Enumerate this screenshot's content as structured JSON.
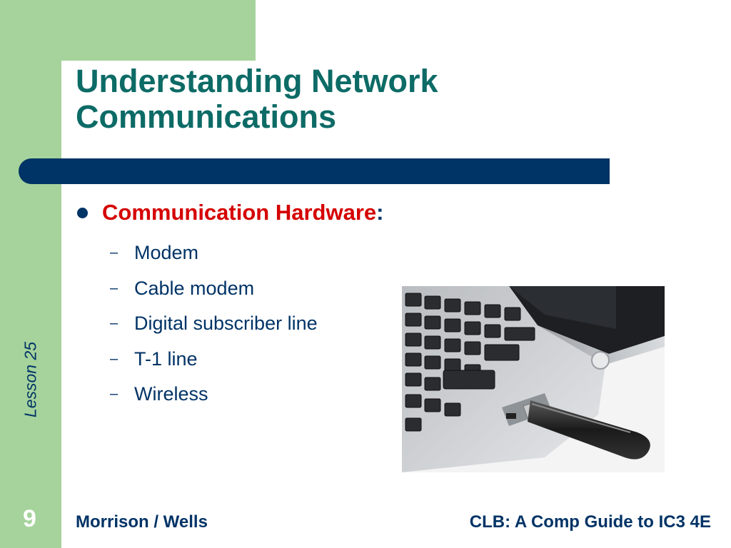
{
  "slide": {
    "title_line1": "Understanding Network",
    "title_line2": "Communications",
    "bullet": {
      "text": "Communication Hardware",
      "colon": ":"
    },
    "sub_items": [
      "Modem",
      "Cable modem",
      "Digital subscriber line",
      "T-1 line",
      "Wireless"
    ],
    "dash": "–",
    "side_label": "Lesson 25",
    "page_number": "9",
    "footer_left": "Morrison / Wells",
    "footer_right": "CLB: A Comp Guide to IC3 4E",
    "photo_icon": "laptop-usb-modem-photo"
  },
  "colors": {
    "green": "#a6d39c",
    "navy": "#003366",
    "teal_title": "#0d6b66",
    "red": "#d50000"
  }
}
